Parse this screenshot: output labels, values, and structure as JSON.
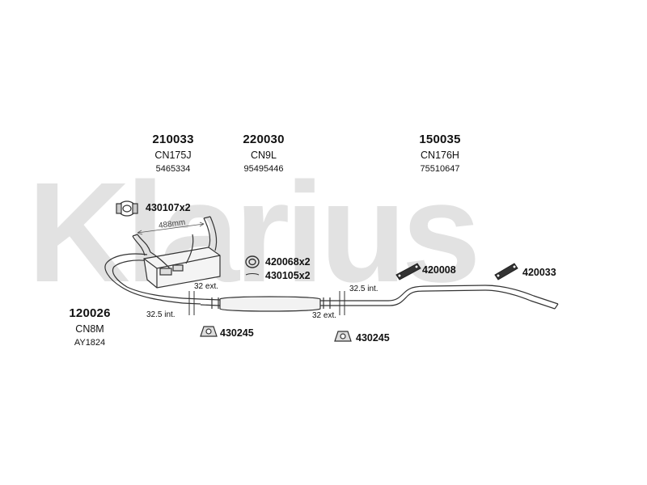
{
  "watermark": {
    "text": "Klarius"
  },
  "groups": [
    {
      "part": "210033",
      "code": "CN175J",
      "ref": "5465334"
    },
    {
      "part": "220030",
      "code": "CN9L",
      "ref": "95495446"
    },
    {
      "part": "150035",
      "code": "CN176H",
      "ref": "75510647"
    },
    {
      "part": "120026",
      "code": "CN8M",
      "ref": "AY1824"
    }
  ],
  "parts": {
    "clamp_top": "430107x2",
    "ring": "420068x2",
    "gasket": "430105x2",
    "hanger_mid": "420008",
    "hanger_right": "420033",
    "mount_left": "430245",
    "mount_right": "430245"
  },
  "dims": {
    "length": "488mm",
    "left_ext": "32 ext.",
    "left_int": "32.5 int.",
    "right_int": "32.5 int.",
    "right_ext": "32 ext."
  }
}
